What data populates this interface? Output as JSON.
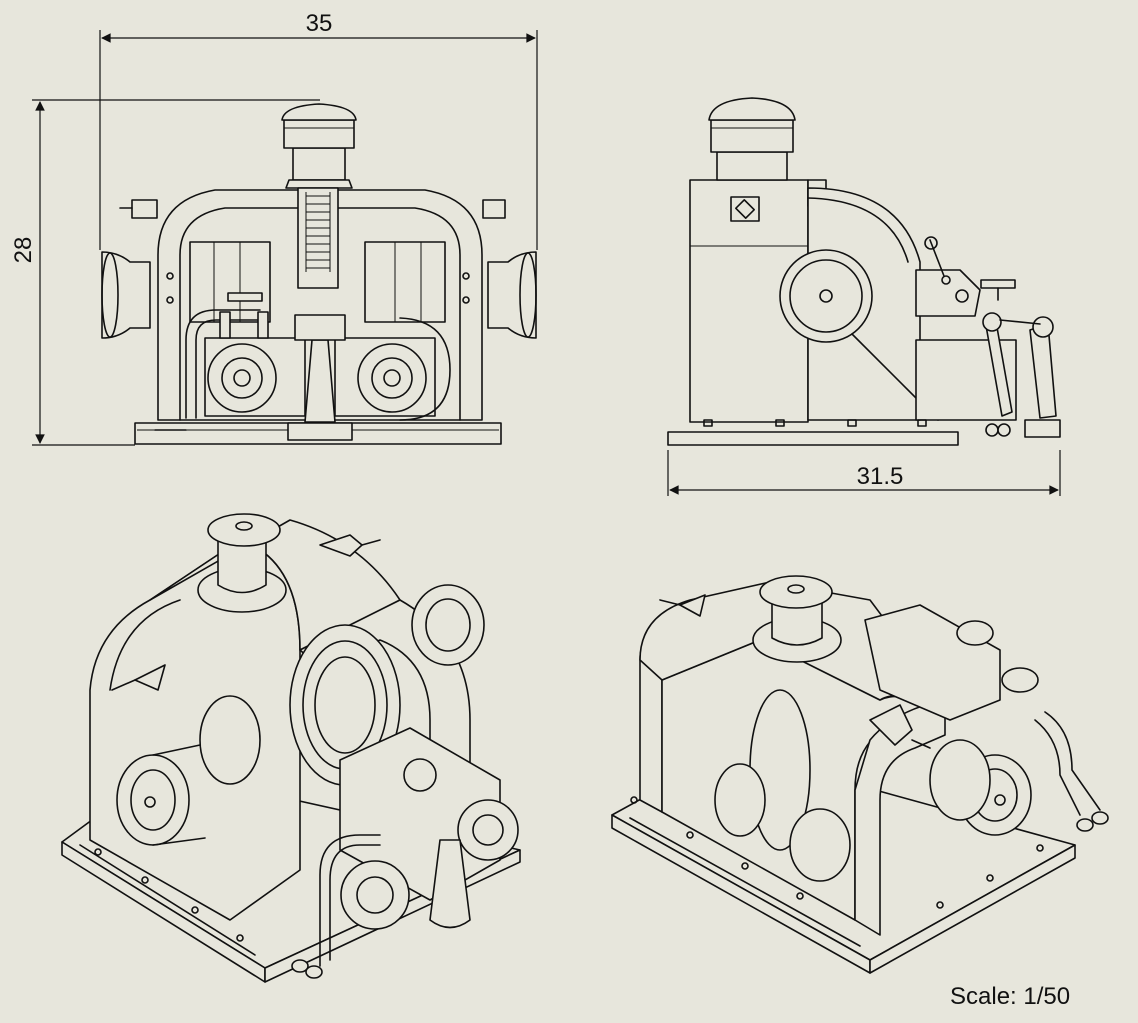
{
  "dimensions": {
    "front_width": "35",
    "front_height": "28",
    "side_width": "31.5"
  },
  "scale": {
    "label": "Scale: 1/50"
  }
}
